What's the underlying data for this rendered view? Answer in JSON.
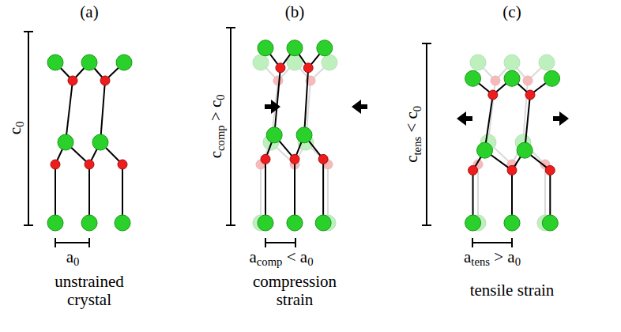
{
  "diagram": {
    "labels": [
      "(a)",
      "(b)",
      "(c)",
      "c0",
      "a0",
      "unstrained crystal",
      "ccomp > c0",
      "acomp < a0",
      "compression strain",
      "ctens < c0",
      "atens > a0",
      "tensile strain"
    ]
  }
}
